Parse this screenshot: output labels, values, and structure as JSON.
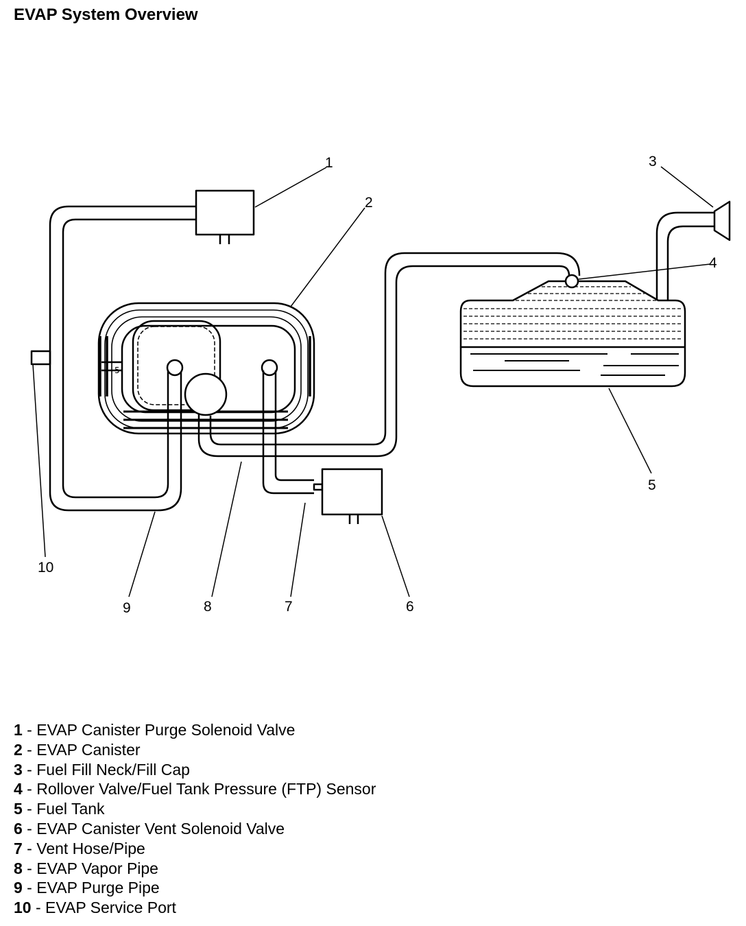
{
  "title": "EVAP System Overview",
  "callouts": [
    "1",
    "2",
    "3",
    "4",
    "5",
    "6",
    "7",
    "8",
    "9",
    "10"
  ],
  "legend": [
    {
      "num": "1",
      "sep": " - ",
      "text": "EVAP Canister Purge Solenoid Valve"
    },
    {
      "num": "2",
      "sep": " - ",
      "text": "EVAP Canister"
    },
    {
      "num": "3",
      "sep": " - ",
      "text": "Fuel Fill Neck/Fill Cap"
    },
    {
      "num": "4",
      "sep": " - ",
      "text": "Rollover Valve/Fuel Tank Pressure (FTP) Sensor"
    },
    {
      "num": "5",
      "sep": " - ",
      "text": "Fuel Tank"
    },
    {
      "num": "6",
      "sep": " - ",
      "text": "EVAP Canister Vent Solenoid Valve"
    },
    {
      "num": "7",
      "sep": " - ",
      "text": "Vent Hose/Pipe"
    },
    {
      "num": "8",
      "sep": " - ",
      "text": "EVAP Vapor Pipe"
    },
    {
      "num": "9",
      "sep": " - ",
      "text": "EVAP Purge Pipe"
    },
    {
      "num": "10",
      "sep": " - ",
      "text": "EVAP Service Port"
    }
  ]
}
